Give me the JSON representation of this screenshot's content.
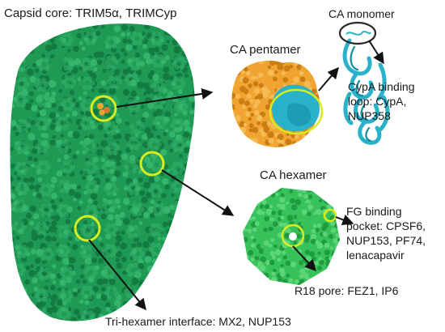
{
  "labels": {
    "capsid_core": "Capsid core: TRIM5α, TRIMCyp",
    "ca_monomer": "CA monomer",
    "ca_pentamer": "CA pentamer",
    "cypa_line1": "CypA binding",
    "cypa_line2": "loop: CypA,",
    "cypa_line3": "NUP358",
    "ca_hexamer": "CA hexamer",
    "fg_line1": "FG binding",
    "fg_line2": "pocket: CPSF6,",
    "fg_line3": "NUP153, PF74,",
    "fg_line4": "lenacapavir",
    "r18": "R18 pore: FEZ1, IP6",
    "trihex": "Tri-hexamer interface: MX2, NUP153"
  },
  "colors": {
    "capsid_green": "#1f9a55",
    "capsid_dark": "#137a40",
    "capsid_light": "#34b56c",
    "pentamer_orange": "#f0a431",
    "pentamer_dark": "#c97d12",
    "monomer_cyan": "#29b2c9",
    "monomer_dark": "#148aa0",
    "hexamer_green": "#37c25a",
    "hexamer_dark": "#1f9b40",
    "highlight_yellow": "#d9ec1f",
    "arrow_black": "#111111"
  },
  "icons": {
    "capsid": "capsid-cone-structure",
    "pentamer": "ca-pentamer-structure",
    "monomer": "ca-monomer-ribbon",
    "hexamer": "ca-hexamer-structure"
  }
}
